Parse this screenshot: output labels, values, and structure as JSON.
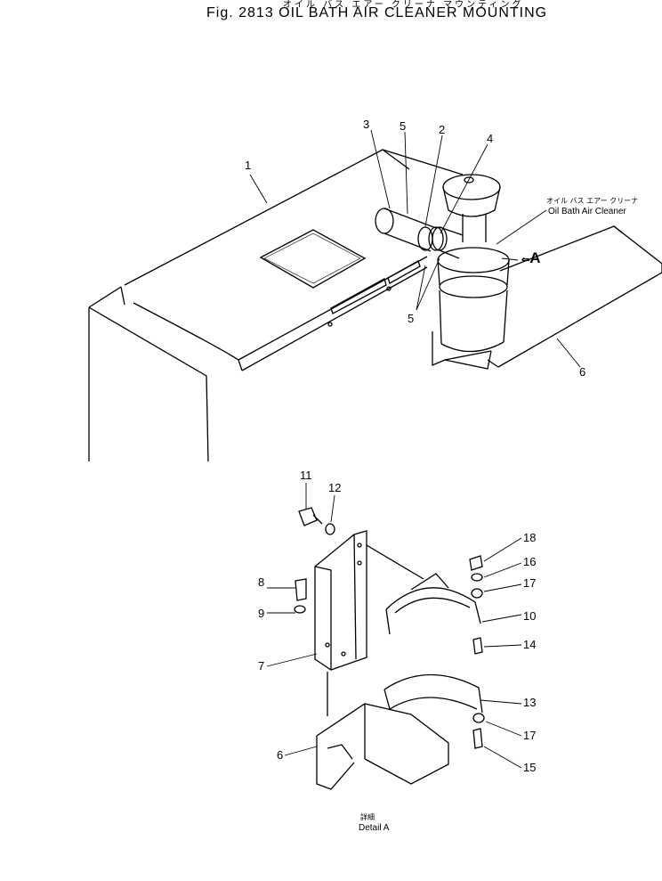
{
  "header": {
    "title_jp": "オイル バス エアー クリーナ マウンティング",
    "title": "Fig. 2813   OIL BATH AIR CLEANER MOUNTING"
  },
  "callout": {
    "label_jp": "オイル バス エアー クリーナ",
    "label_en": "Oil Bath Air Cleaner",
    "view_arrow": "A"
  },
  "detail": {
    "label_jp": "詳細",
    "label_en": "Detail A"
  },
  "part_numbers": {
    "p1": "1",
    "p2": "2",
    "p3": "3",
    "p4": "4",
    "p5a": "5",
    "p5b": "5",
    "p6a": "6",
    "p6b": "6",
    "p7": "7",
    "p8": "8",
    "p9": "9",
    "p10": "10",
    "p11": "11",
    "p12": "12",
    "p13": "13",
    "p14": "14",
    "p15": "15",
    "p16": "16",
    "p17a": "17",
    "p17b": "17",
    "p18": "18"
  }
}
